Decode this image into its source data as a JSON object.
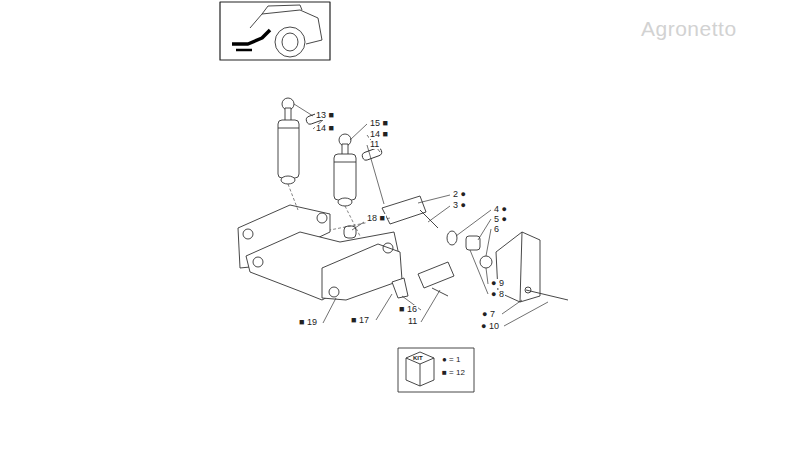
{
  "diagram": {
    "labels": [
      "Agronetto",
      "13 ■",
      "14 ■",
      "15 ■",
      "14 ■",
      "11",
      "2 ●",
      "3 ●",
      "4 ●",
      "5 ●",
      "6",
      "18 ■",
      "● 9",
      "● 8",
      "■ 16",
      "11",
      "■ 19",
      "■ 17",
      "● 7",
      "● 10",
      "KIT"
    ],
    "legend": [
      {
        "text": "● = 1"
      },
      {
        "text": "■ = 12"
      }
    ]
  }
}
